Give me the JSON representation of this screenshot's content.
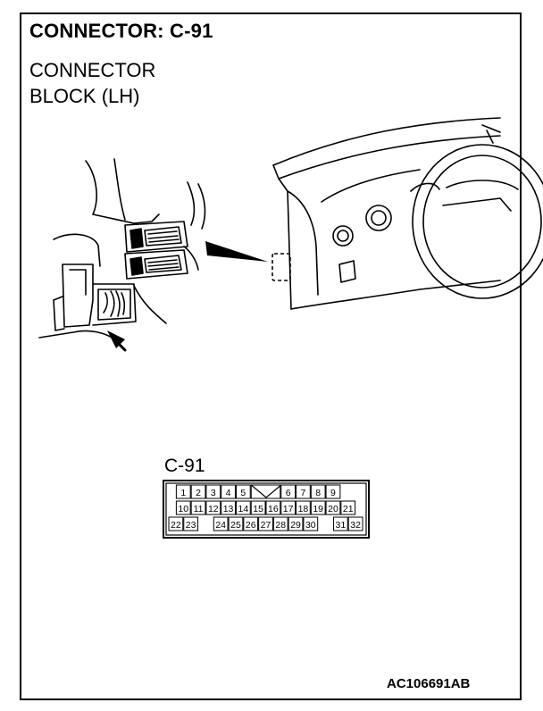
{
  "title": "CONNECTOR: C-91",
  "subtitle_line1": "CONNECTOR",
  "subtitle_line2": "BLOCK (LH)",
  "connector_label": "C-91",
  "figure_id": "AC106691AB",
  "connector_rows": [
    [
      "1",
      "2",
      "3",
      "4",
      "5",
      "",
      "",
      "6",
      "7",
      "8",
      "9"
    ],
    [
      "10",
      "11",
      "12",
      "13",
      "14",
      "15",
      "16",
      "17",
      "18",
      "19",
      "20",
      "21"
    ],
    [
      "22",
      "23",
      "",
      "24",
      "25",
      "26",
      "27",
      "28",
      "29",
      "30",
      "",
      "31",
      "32"
    ]
  ]
}
